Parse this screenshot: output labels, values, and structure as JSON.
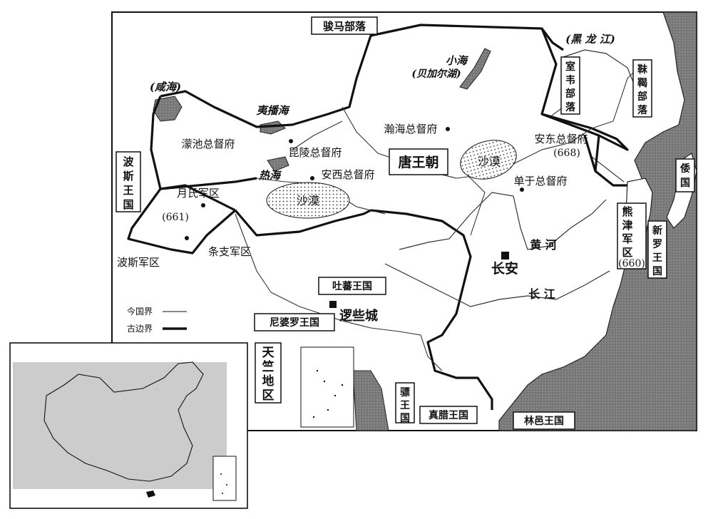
{
  "tribes": {
    "junma": "骏马部落",
    "shiwei": "室韦部落",
    "mohe": "靺鞨部落"
  },
  "water": {
    "xianhai": "(咸海)",
    "yibohai": "夷播海",
    "rehai": "热海",
    "xiaohai": "小海",
    "baikal": "(贝加尔湖)",
    "heilongjiang": "(黑 龙 江)",
    "huanghe": "黄   河",
    "changjiang": "长      江"
  },
  "desert": {
    "west": "沙漠",
    "east": "沙漠"
  },
  "regions": {
    "mengchi": "濛池总督府",
    "kunling": "昆陵总督府",
    "anxi": "安西总督府",
    "hanhai": "瀚海总督府",
    "andong": "安东总督府",
    "andong_year": "(668)",
    "shanyu": "单于总督府",
    "yuezhi": "月氏军区",
    "yuezhi_year": "(661)",
    "tiaozhi": "条支军区",
    "bosi_junqu": "波斯军区",
    "xiongjin": "熊津军区",
    "xiongjin_year": "(660)"
  },
  "kingdoms": {
    "tang": "唐王朝",
    "bosi": "波斯王国",
    "tubo": "吐蕃王国",
    "niboluo": "尼婆罗王国",
    "tianzhu": "天竺地区",
    "piao": "骠王国",
    "zhenla": "真腊王国",
    "linyi": "林邑王国",
    "xinluo": "新罗王国",
    "wo": "倭国"
  },
  "cities": {
    "changan": "长安",
    "luoxie": "逻些城"
  },
  "legend": {
    "modern": "今国界",
    "ancient": "古边界"
  }
}
